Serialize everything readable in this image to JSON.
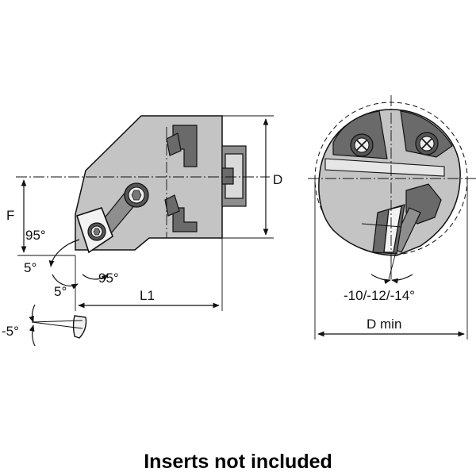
{
  "labels": {
    "f": "F",
    "d": "D",
    "l1": "L1",
    "d_min": "D min",
    "angle_95_left": "95°",
    "angle_95_bottom": "95°",
    "angle_5_left": "5°",
    "angle_5_bottom": "5°",
    "angle_neg5": "-5°",
    "rake_angles": "-10/-12/-14°"
  },
  "caption": "Inserts not included"
}
